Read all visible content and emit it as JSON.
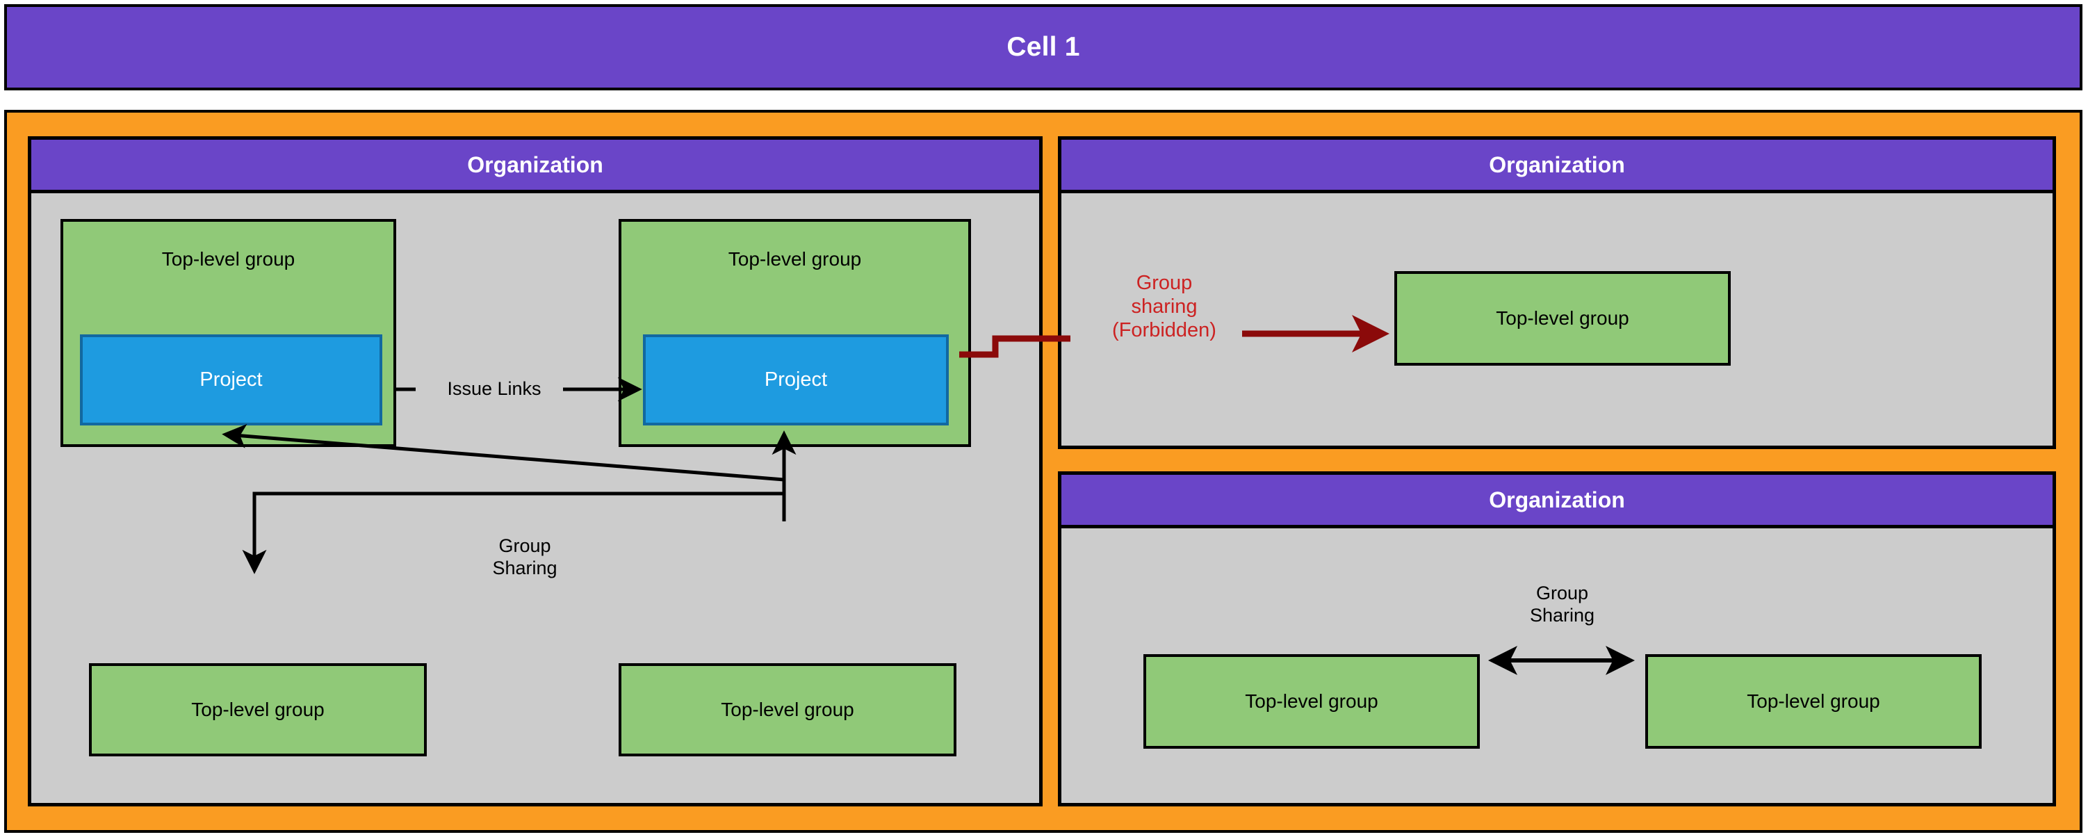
{
  "cell": {
    "title": "Cell 1"
  },
  "colors": {
    "cell_purple": "#6A45C8",
    "instance_orange": "#FA9C22",
    "org_gray": "#CCCCCC",
    "group_green": "#90C978",
    "project_blue": "#1E9BE0",
    "project_border_blue": "#1268A0",
    "forbidden_red": "#CC2222",
    "forbidden_arrow_dark_red": "#8B0A0A",
    "outline_black": "#000000",
    "label_white": "#FFFFFF"
  },
  "organizations": [
    {
      "id": "org-left",
      "header": "Organization",
      "groups": [
        {
          "id": "left-tlg-a",
          "label": "Top-level group",
          "project": {
            "label": "Project"
          }
        },
        {
          "id": "left-tlg-b",
          "label": "Top-level group",
          "project": {
            "label": "Project"
          }
        },
        {
          "id": "left-tlg-c",
          "label": "Top-level group"
        },
        {
          "id": "left-tlg-d",
          "label": "Top-level group"
        }
      ],
      "edges": [
        {
          "id": "issue-links",
          "label": "Issue Links",
          "direction": "one-way"
        },
        {
          "id": "group-sharing-left",
          "label": "Group\nSharing",
          "direction": "one-way"
        }
      ]
    },
    {
      "id": "org-top-right",
      "header": "Organization",
      "groups": [
        {
          "id": "tr-tlg",
          "label": "Top-level group"
        }
      ],
      "edges": [
        {
          "id": "group-sharing-forbidden",
          "label": "Group\nsharing\n(Forbidden)",
          "direction": "one-way",
          "forbidden": true
        }
      ]
    },
    {
      "id": "org-bottom-right",
      "header": "Organization",
      "groups": [
        {
          "id": "br-tlg-left",
          "label": "Top-level group"
        },
        {
          "id": "br-tlg-right",
          "label": "Top-level group"
        }
      ],
      "edges": [
        {
          "id": "group-sharing-right",
          "label": "Group\nSharing",
          "direction": "bidirectional"
        }
      ]
    }
  ]
}
